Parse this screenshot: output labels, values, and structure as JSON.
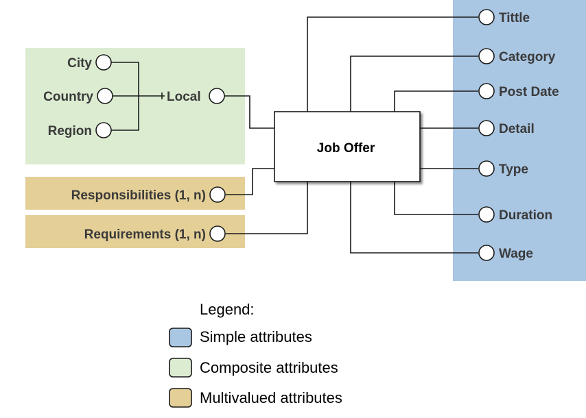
{
  "entity": {
    "name": "Job Offer"
  },
  "simple_attributes": [
    "Tittle",
    "Category",
    "Post Date",
    "Detail",
    "Type",
    "Duration",
    "Wage"
  ],
  "composite": {
    "name": "Local",
    "parts": [
      "City",
      "Country",
      "Region"
    ]
  },
  "multivalued_attributes": [
    "Responsibilities (1, n)",
    "Requirements (1, n)"
  ],
  "legend": {
    "title": "Legend:",
    "items": [
      "Simple attributes",
      "Composite attributes",
      "Multivalued attributes"
    ]
  },
  "colors": {
    "simple": "#a9c6e3",
    "composite": "#dcecd1",
    "multivalued": "#e4cf97"
  }
}
